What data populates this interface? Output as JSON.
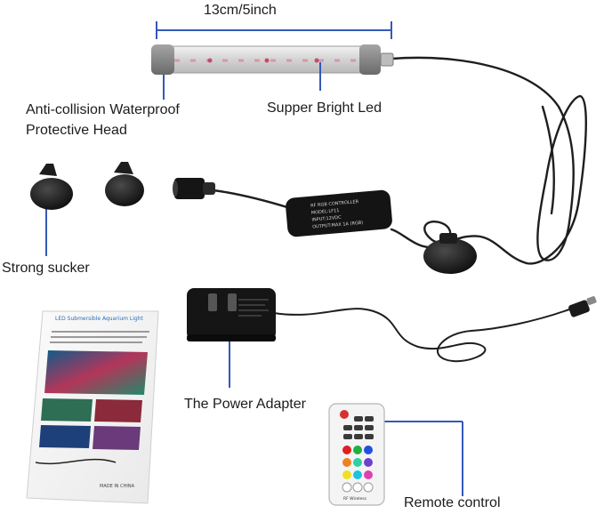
{
  "labels": {
    "dimension": "13cm/5inch",
    "head_line1": "Anti-collision Waterproof",
    "head_line2": "Protective Head",
    "led": "Supper Bright Led",
    "sucker": "Strong sucker",
    "adapter": "The Power Adapter",
    "remote": "Remote control"
  },
  "controller": {
    "line1": "RF RGB CONTROLLER",
    "line2": "MODEL:LF11",
    "line3": "INPUT:12VDC",
    "line4": "OUTPUT:MAX 1A (RGB)"
  },
  "manual": {
    "title": "LED Submersible Aquarium Light",
    "footer": "MADE IN CHINA"
  },
  "remote_text": {
    "brand": "RF Wireless"
  },
  "colors": {
    "accent_line": "#3558b8",
    "device_black": "#161616",
    "cable": "#1e1e1e"
  }
}
